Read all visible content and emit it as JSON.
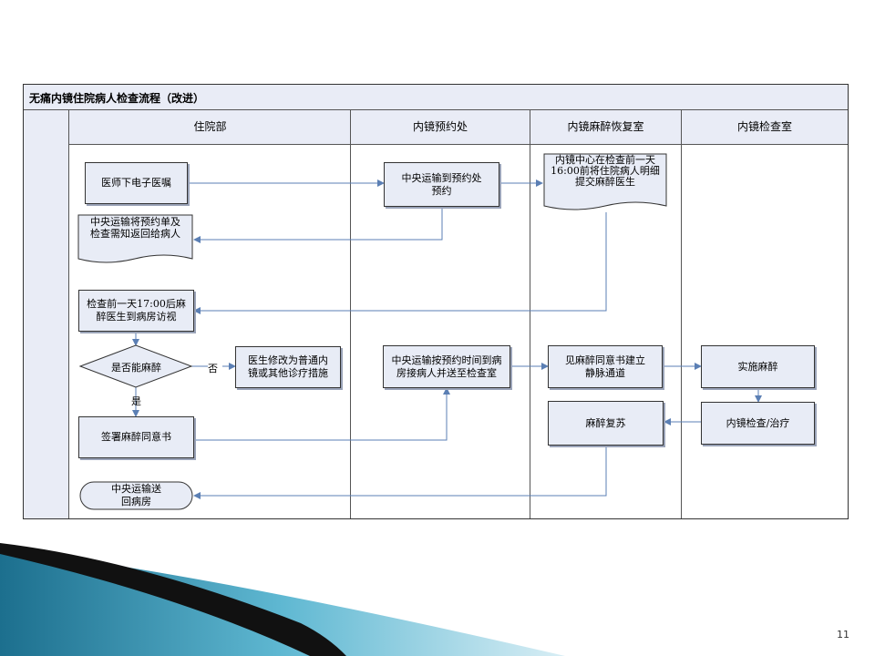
{
  "title": "无痛内镜住院病人检查流程（改进）",
  "lanes": [
    "住院部",
    "内镜预约处",
    "内镜麻醉恢复室",
    "内镜检查室"
  ],
  "nodes": {
    "doctor_order": "医师下电子医嘱",
    "central_transport_appt": "中央运输到预约处预约",
    "endoscopy_center_notify": "内镜中心在检查前一天16:00前将住院病人明细提交麻醉医生",
    "return_appt_form": "中央运输将预约单及检查需知返回给病人",
    "anesthesia_visit": "检查前一天17:00后麻醉医生到病房访视",
    "can_anesthetize": "是否能麻醉",
    "change_plan": "医生修改为普通内镜或其他诊疗措施",
    "central_transport_pickup": "中央运输按预约时间到病房接病人并送至检查室",
    "consent_iv": "见麻醉同意书建立静脉通道",
    "perform_anesthesia": "实施麻醉",
    "sign_consent": "签署麻醉同意书",
    "recovery": "麻醉复苏",
    "exam_treatment": "内镜检查/治疗",
    "return_ward": "中央运输送回病房"
  },
  "labels": {
    "no": "否",
    "yes": "是"
  },
  "page_number": "11",
  "colors": {
    "box_fill": "#e8ecf6",
    "header_fill": "#e9ecf6",
    "arrow": "#5b7fb4"
  }
}
